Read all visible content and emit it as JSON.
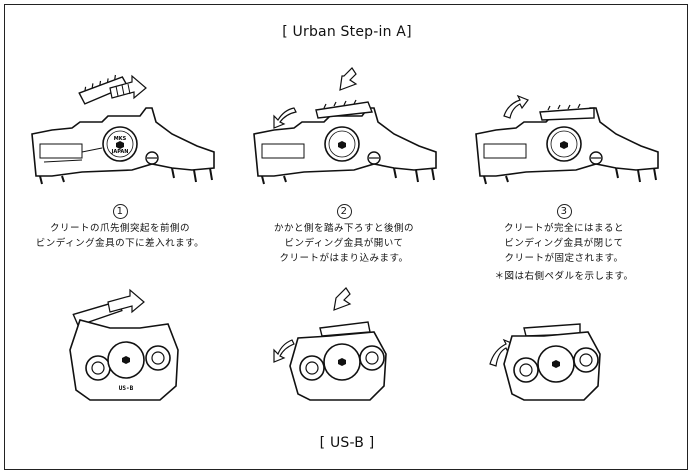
{
  "title_top": "[ Urban Step-in A]",
  "title_bottom": "[ US-B ]",
  "steps": [
    {
      "number": "1",
      "lines": [
        "クリートの爪先側突起を前側の",
        "ビンディング金具の下に差入れます。"
      ]
    },
    {
      "number": "2",
      "lines": [
        "かかと側を踏み下ろすと後側の",
        "ビンディング金具が開いて",
        "クリートがはまり込みます。"
      ]
    },
    {
      "number": "3",
      "lines": [
        "クリートが完全にはまると",
        "ビンディング金具が閉じて",
        "クリートが固定されます。"
      ],
      "note": "＊図は右側ペダルを示します。"
    }
  ],
  "logo_text": {
    "top": "MKS",
    "bottom": "JAPAN"
  },
  "us_b_label": "US-B"
}
